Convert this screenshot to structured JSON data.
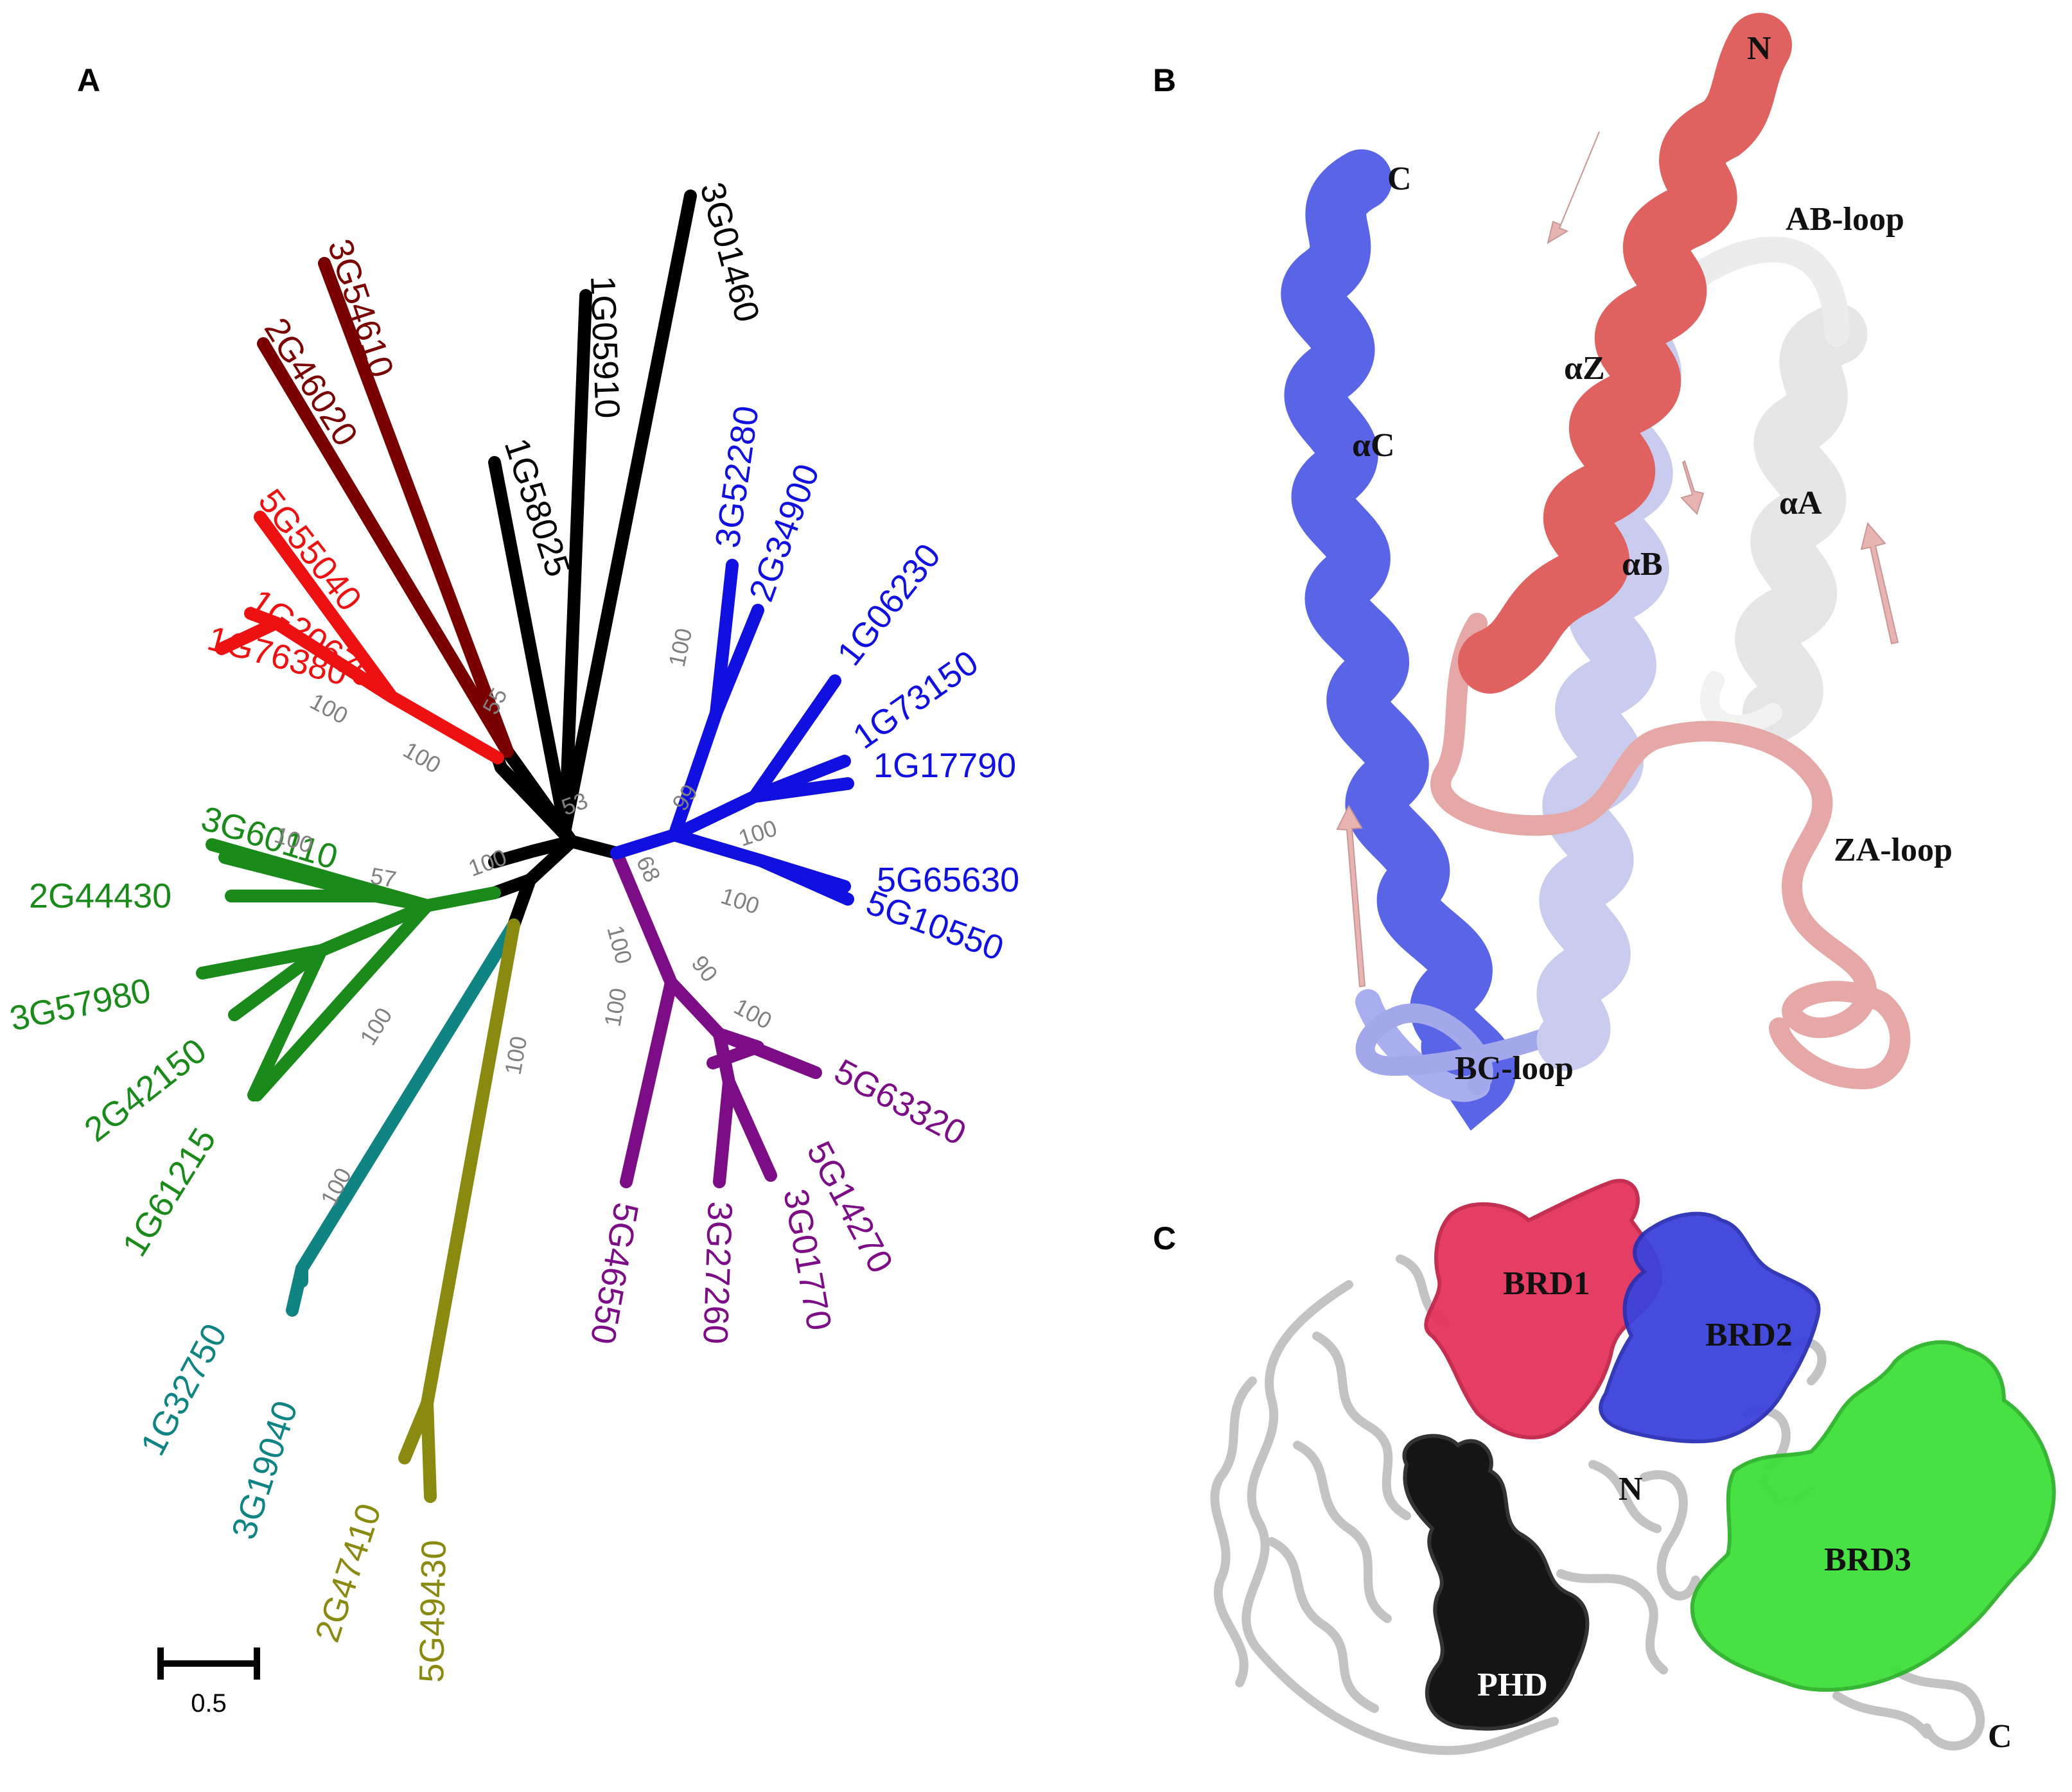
{
  "panels": {
    "a": "A",
    "b": "B",
    "c": "C"
  },
  "colors": {
    "black": "#000000",
    "maroon": "#7a0000",
    "red": "#ee1111",
    "green": "#1a8a1a",
    "blue": "#1010e0",
    "purple": "#7d0d86",
    "teal": "#108383",
    "olive": "#8a8a10",
    "bootstrap": "#808080",
    "helix_red": "#e06260",
    "helix_blue": "#5a64e6",
    "helix_lavender": "#c9ccef",
    "helix_white": "#eeeeee",
    "arrow_pink": "#e8b4b2",
    "surf_red": "#e5335d",
    "surf_blue": "#3c42dc",
    "surf_green": "#3fe03b",
    "surf_black": "#151515",
    "ribbon_gray": "#bdbdbd"
  },
  "tree": {
    "leaves": [
      {
        "id": "l1",
        "text": "3G01460"
      },
      {
        "id": "l2",
        "text": "1G05910"
      },
      {
        "id": "l3",
        "text": "1G58025"
      },
      {
        "id": "l4",
        "text": "3G54610"
      },
      {
        "id": "l5",
        "text": "2G46020"
      },
      {
        "id": "l6",
        "text": "5G55040"
      },
      {
        "id": "l7",
        "text": "1G20670"
      },
      {
        "id": "l8",
        "text": "1G76380"
      },
      {
        "id": "l9",
        "text": "3G60110"
      },
      {
        "id": "l10",
        "text": "2G44430"
      },
      {
        "id": "l11",
        "text": "3G57980"
      },
      {
        "id": "l12",
        "text": "2G42150"
      },
      {
        "id": "l13",
        "text": "1G61215"
      },
      {
        "id": "l14",
        "text": "1G32750"
      },
      {
        "id": "l15",
        "text": "3G19040"
      },
      {
        "id": "l16",
        "text": "2G47410"
      },
      {
        "id": "l17",
        "text": "5G49430"
      },
      {
        "id": "l18",
        "text": "5G46550"
      },
      {
        "id": "l19",
        "text": "3G27260"
      },
      {
        "id": "l20",
        "text": "3G01770"
      },
      {
        "id": "l21",
        "text": "5G14270"
      },
      {
        "id": "l22",
        "text": "5G63320"
      },
      {
        "id": "l23",
        "text": "3G52280"
      },
      {
        "id": "l24",
        "text": "2G34900"
      },
      {
        "id": "l25",
        "text": "1G06230"
      },
      {
        "id": "l26",
        "text": "1G73150"
      },
      {
        "id": "l27",
        "text": "1G17790"
      },
      {
        "id": "l28",
        "text": "5G65630"
      },
      {
        "id": "l29",
        "text": "5G10550"
      }
    ],
    "bootstrap": [
      {
        "id": "b1",
        "text": "55"
      },
      {
        "id": "b2",
        "text": "100"
      },
      {
        "id": "b3",
        "text": "100"
      },
      {
        "id": "b4",
        "text": "53"
      },
      {
        "id": "b5",
        "text": "100"
      },
      {
        "id": "b6",
        "text": "57"
      },
      {
        "id": "b7",
        "text": "100"
      },
      {
        "id": "b8",
        "text": "100"
      },
      {
        "id": "b9",
        "text": "100"
      },
      {
        "id": "b10",
        "text": "100"
      },
      {
        "id": "b11",
        "text": "100"
      },
      {
        "id": "b12",
        "text": "99"
      },
      {
        "id": "b13",
        "text": "100"
      },
      {
        "id": "b14",
        "text": "100"
      },
      {
        "id": "b15",
        "text": "68"
      },
      {
        "id": "b16",
        "text": "100"
      },
      {
        "id": "b17",
        "text": "90"
      },
      {
        "id": "b18",
        "text": "100"
      },
      {
        "id": "b19",
        "text": "100"
      },
      {
        "id": "b20",
        "text": "100"
      }
    ],
    "scale_label": "0.5"
  },
  "structure_b": {
    "n": "N",
    "c": "C",
    "ab_loop": "AB-loop",
    "az": "αZ",
    "ac": "αC",
    "aa": "αA",
    "ab": "αB",
    "za_loop": "ZA-loop",
    "bc_loop": "BC-loop"
  },
  "structure_c": {
    "brd1": "BRD1",
    "brd2": "BRD2",
    "brd3": "BRD3",
    "phd": "PHD",
    "n": "N",
    "c": "C"
  }
}
